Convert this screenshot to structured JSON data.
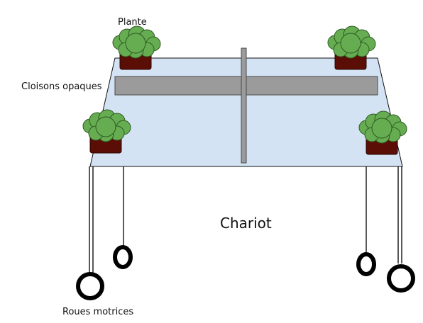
{
  "labels": {
    "plant": "Plante",
    "partitions": "Cloisons opaques",
    "cart": "Chariot",
    "wheels": "Roues motrices"
  },
  "colors": {
    "table_fill": "#d3e3f4",
    "table_stroke": "#111111",
    "partition_fill": "#9b9b9b",
    "pot_fill": "#5a0e06",
    "foliage_fill": "#66ad52",
    "wheel_stroke": "#000000",
    "leg_stroke": "#222222"
  },
  "icons": {
    "plant": "potted-plant-icon",
    "wheel": "wheel-icon"
  }
}
